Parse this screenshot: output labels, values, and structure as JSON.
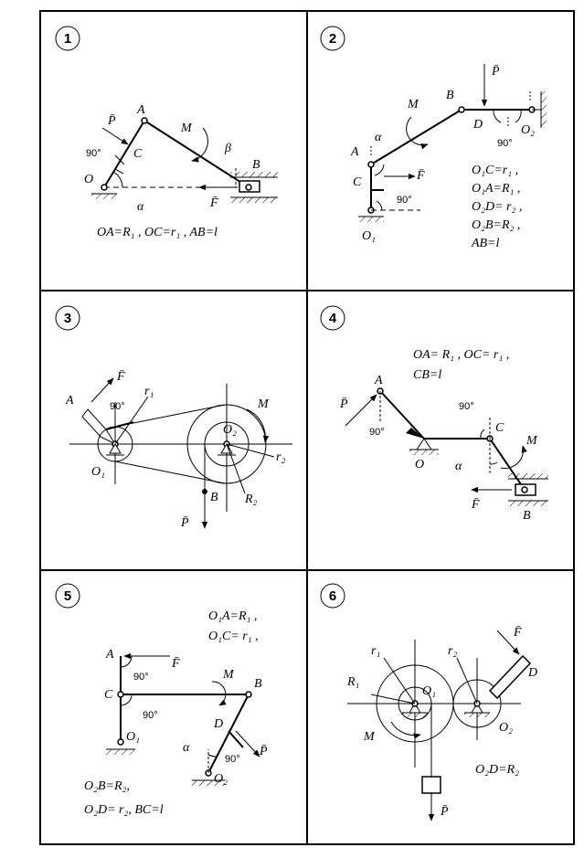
{
  "panels": [
    {
      "number": "1",
      "labels": {
        "P": "P̄",
        "A": "A",
        "M": "M",
        "beta": "β",
        "B": "B",
        "C": "C",
        "O": "O",
        "alpha": "α",
        "F": "F̄",
        "angle": "90°"
      },
      "formula": "OA=R₁ ,  OC=r₁ ,  AB=l"
    },
    {
      "number": "2",
      "labels": {
        "P": "P̄",
        "M": "M",
        "B": "B",
        "D": "D",
        "O2": "O₂",
        "angle_d": "90°",
        "alpha": "α",
        "A": "A",
        "F": "F̄",
        "C": "C",
        "angle_c": "90°",
        "O1": "O₁"
      },
      "formulas": [
        "O₁C=r₁ ,",
        "O₁A=R₁ ,",
        "O₂D= r₂ ,",
        "O₂B=R₂ ,",
        "AB=l"
      ]
    },
    {
      "number": "3",
      "labels": {
        "F": "F̄",
        "A": "A",
        "angle": "90°",
        "r1": "r₁",
        "M": "M",
        "O2": "O₂",
        "r2": "r₂",
        "O1": "O₁",
        "B": "B",
        "R2": "R₂",
        "P": "P̄"
      }
    },
    {
      "number": "4",
      "formula_top": "OA= R₁ ,  OC= r₁ ,",
      "formula_bottom": "CB=l",
      "labels": {
        "A": "A",
        "P": "P̄",
        "angle_a": "90°",
        "O": "O",
        "angle_c": "90°",
        "C": "C",
        "M": "M",
        "alpha": "α",
        "F": "F̄",
        "B": "B"
      }
    },
    {
      "number": "5",
      "formula_top": [
        "O₁A=R₁ ,",
        "O₁C= r₁ ,"
      ],
      "labels": {
        "A": "A",
        "F": "F̄",
        "angle_a": "90°",
        "C": "C",
        "angle_c": "90°",
        "M": "M",
        "B": "B",
        "O1": "O₁",
        "D": "D",
        "alpha": "α",
        "angle_d": "90°",
        "P": "P̄",
        "O2": "O₂"
      },
      "formula_bottom": [
        "O₂B=R₂,",
        "O₂D= r₂,     BC=l"
      ]
    },
    {
      "number": "6",
      "labels": {
        "F": "F̄",
        "r1": "r₁",
        "r2": "r₂",
        "D": "D",
        "R1": "R₁",
        "O1": "O₁",
        "M": "M",
        "O2": "O₂",
        "P": "P̄"
      },
      "formula": "O₂D=R₂"
    }
  ]
}
